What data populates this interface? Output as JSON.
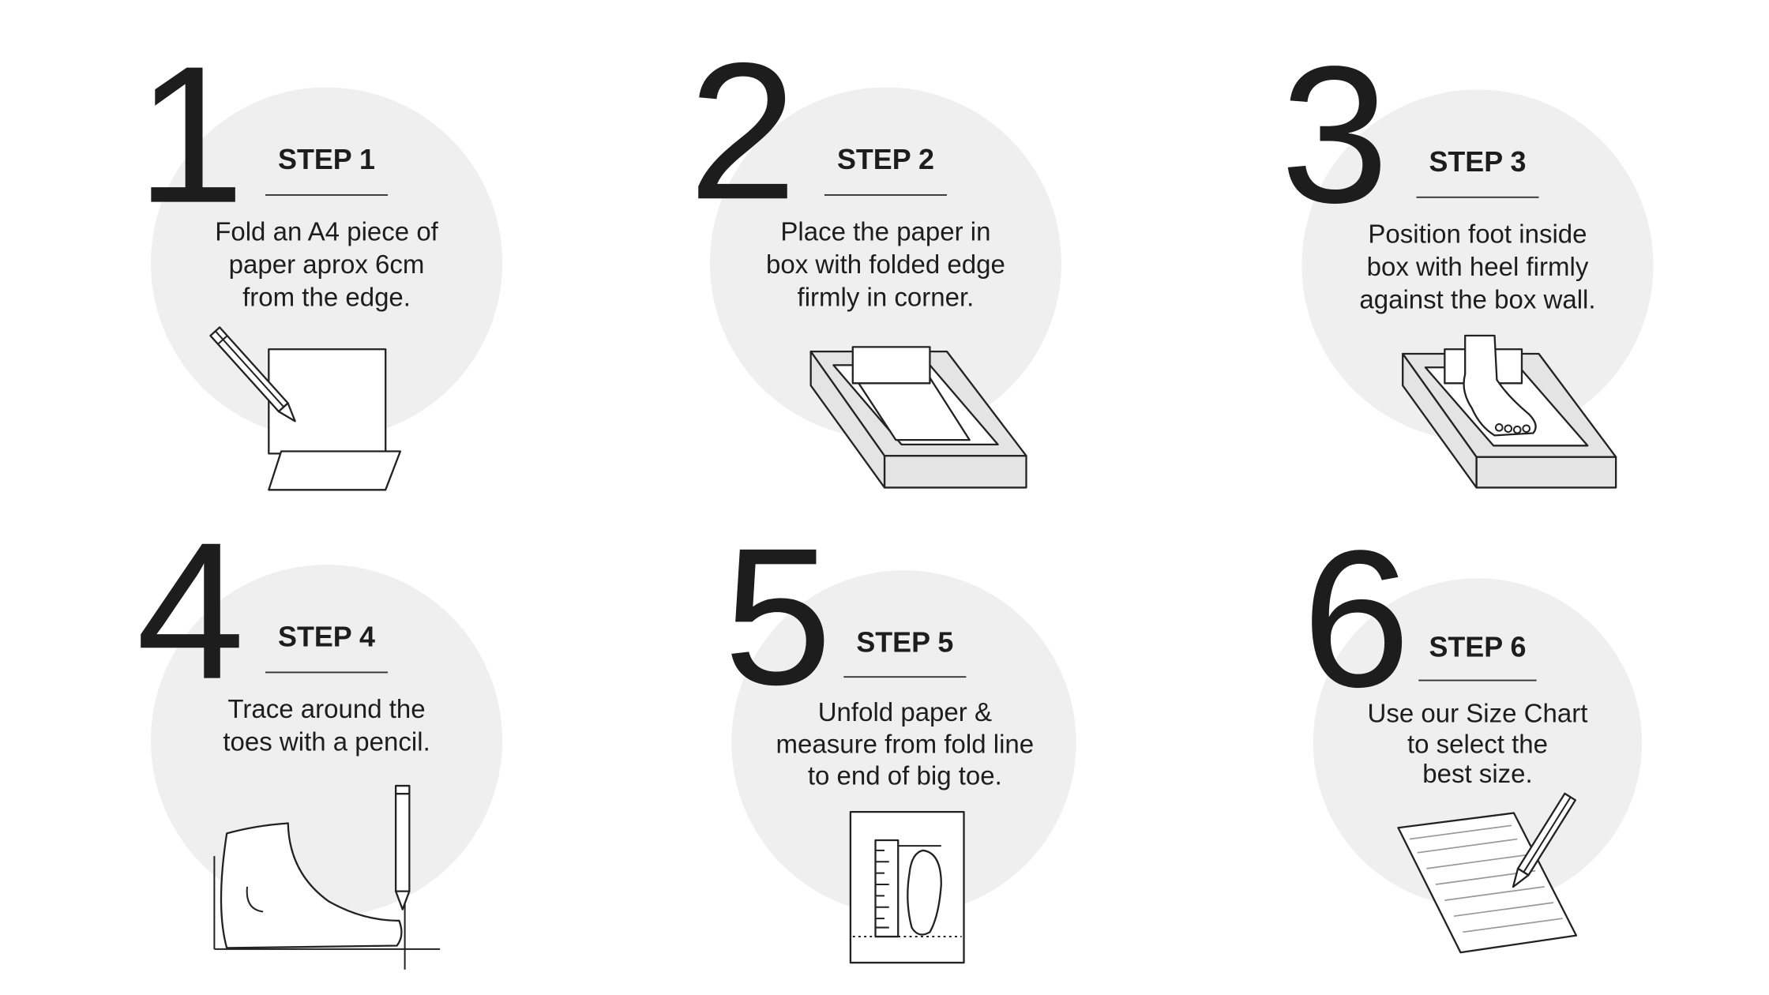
{
  "steps": [
    {
      "number": "1",
      "label": "STEP 1",
      "lines": [
        "Fold an A4 piece of",
        "paper aprox 6cm",
        "from the edge."
      ],
      "illustration": "pencil-paper-fold-icon"
    },
    {
      "number": "2",
      "label": "STEP 2",
      "lines": [
        "Place the paper in",
        "box with folded edge",
        "firmly in corner."
      ],
      "illustration": "paper-in-box-icon"
    },
    {
      "number": "3",
      "label": "STEP 3",
      "lines": [
        "Position foot inside",
        "box with heel firmly",
        "against the box wall."
      ],
      "illustration": "foot-in-box-icon"
    },
    {
      "number": "4",
      "label": "STEP 4",
      "lines": [
        "Trace around the",
        "toes with a pencil."
      ],
      "illustration": "foot-trace-pencil-icon"
    },
    {
      "number": "5",
      "label": "STEP 5",
      "lines": [
        "Unfold paper &",
        "measure from fold line",
        "to end of big toe."
      ],
      "illustration": "ruler-footprint-icon"
    },
    {
      "number": "6",
      "label": "STEP 6",
      "lines": [
        "Use our Size Chart",
        "to select the",
        "best size."
      ],
      "illustration": "size-chart-pencil-icon"
    }
  ],
  "colors": {
    "circle": "#efefef",
    "ink": "#1d1d1d",
    "background": "#ffffff"
  }
}
